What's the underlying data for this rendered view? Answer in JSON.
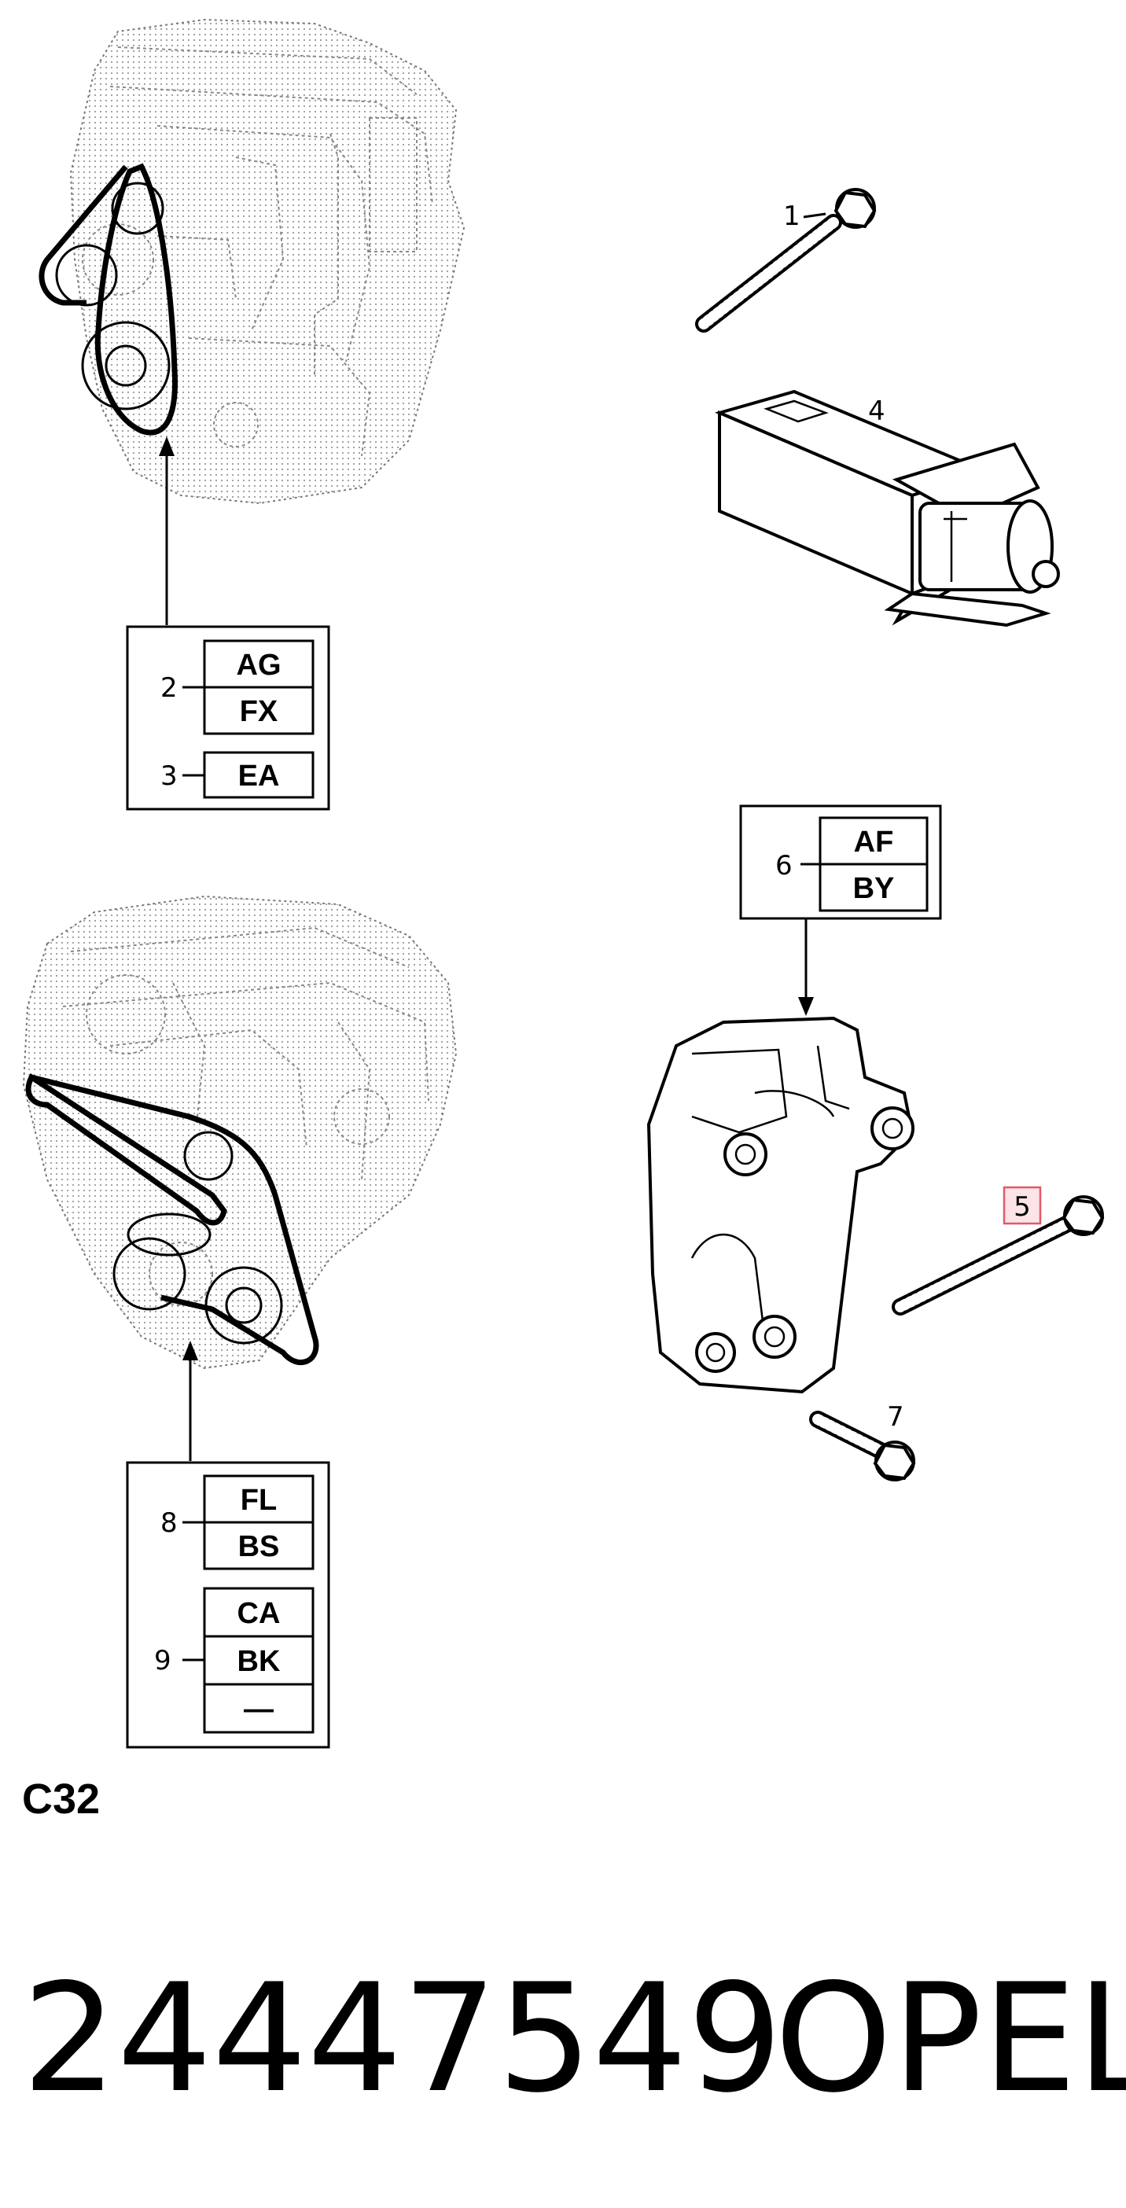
{
  "diagram": {
    "sheet_code": "C32",
    "part_number": "24447549",
    "brand": "OPEL",
    "callouts": [
      {
        "id": "1",
        "label": "1"
      },
      {
        "id": "2",
        "label": "2",
        "codes": [
          "AG",
          "FX"
        ]
      },
      {
        "id": "3",
        "label": "3",
        "codes": [
          "EA"
        ]
      },
      {
        "id": "4",
        "label": "4"
      },
      {
        "id": "5",
        "label": "5",
        "highlight_color": "#e05a6a"
      },
      {
        "id": "6",
        "label": "6",
        "codes": [
          "AF",
          "BY"
        ]
      },
      {
        "id": "7",
        "label": "7"
      },
      {
        "id": "8",
        "label": "8",
        "codes": [
          "FL",
          "BS"
        ]
      },
      {
        "id": "9",
        "label": "9",
        "codes": [
          "CA",
          "BK",
          "—"
        ]
      }
    ]
  }
}
